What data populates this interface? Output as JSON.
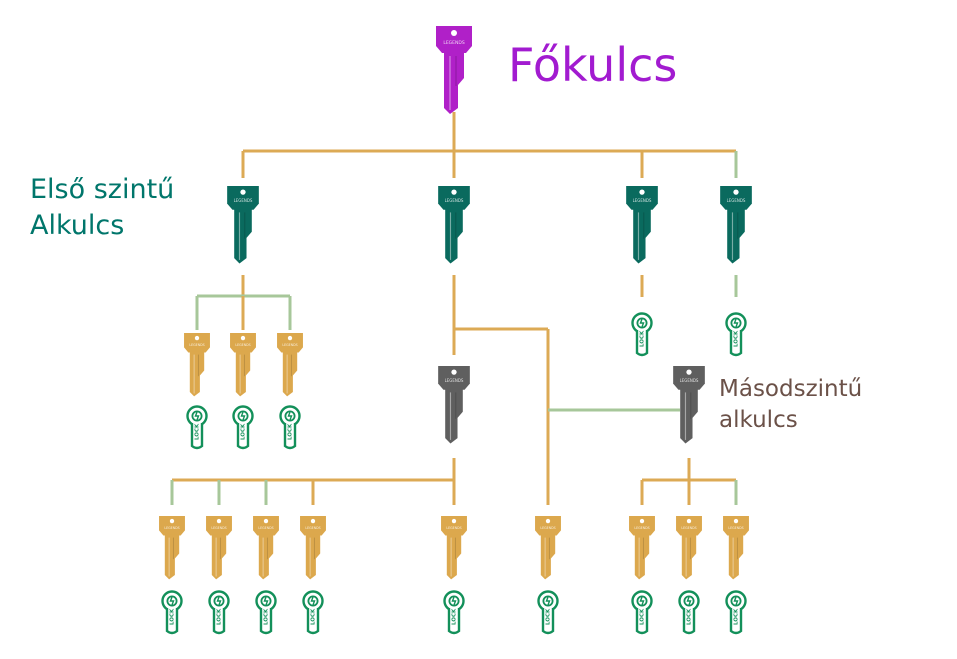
{
  "labels": {
    "master": "Főkulcs",
    "first_level": [
      "Első szintű",
      "Alkulcs"
    ],
    "second_level": [
      "Másodszintű",
      "alkulcs"
    ]
  },
  "key_brand_text": "LEGENDS",
  "lock_text": "LOCK",
  "colors": {
    "master_key": "#b020c8",
    "first_level_key": "#0a6a5e",
    "second_level_key": "#5f5f5f",
    "user_key": "#dca84d",
    "cylinder": "#13905a",
    "connector_gold": "#dcaa55",
    "connector_sage": "#a7c79a"
  }
}
